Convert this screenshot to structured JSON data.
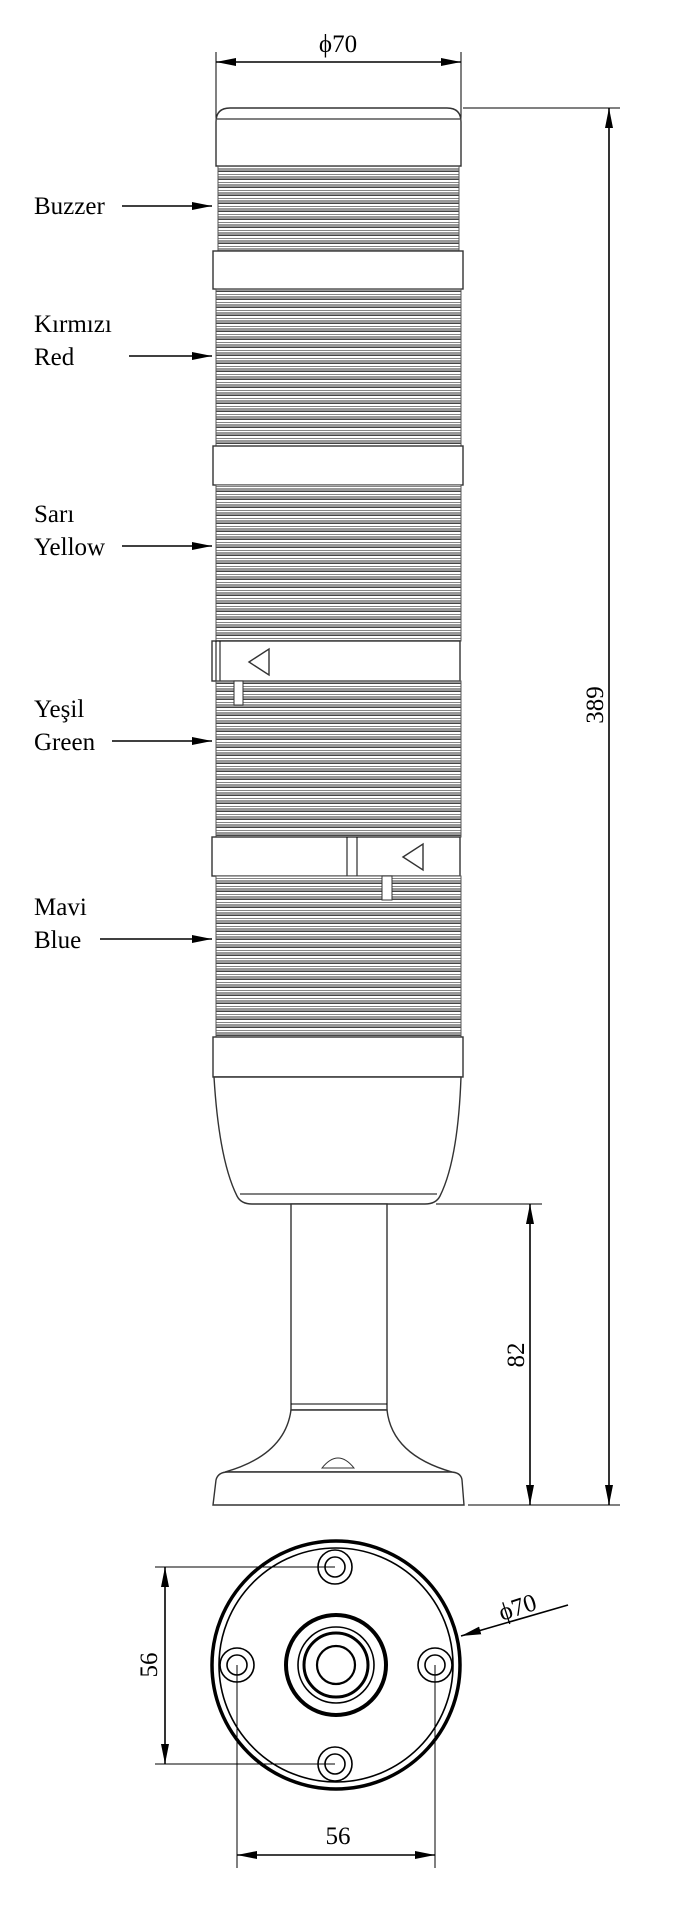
{
  "labels": {
    "buzzer": "Buzzer",
    "red_tr": "Kırmızı",
    "red_en": "Red",
    "yellow_tr": "Sarı",
    "yellow_en": "Yellow",
    "green_tr": "Yeşil",
    "green_en": "Green",
    "blue_tr": "Mavi",
    "blue_en": "Blue"
  },
  "dimensions": {
    "top_diameter": "ϕ70",
    "total_height": "389",
    "stem_height": "82",
    "base_diameter": "ϕ70",
    "hole_spacing_vertical": "56",
    "hole_spacing_horizontal": "56"
  }
}
